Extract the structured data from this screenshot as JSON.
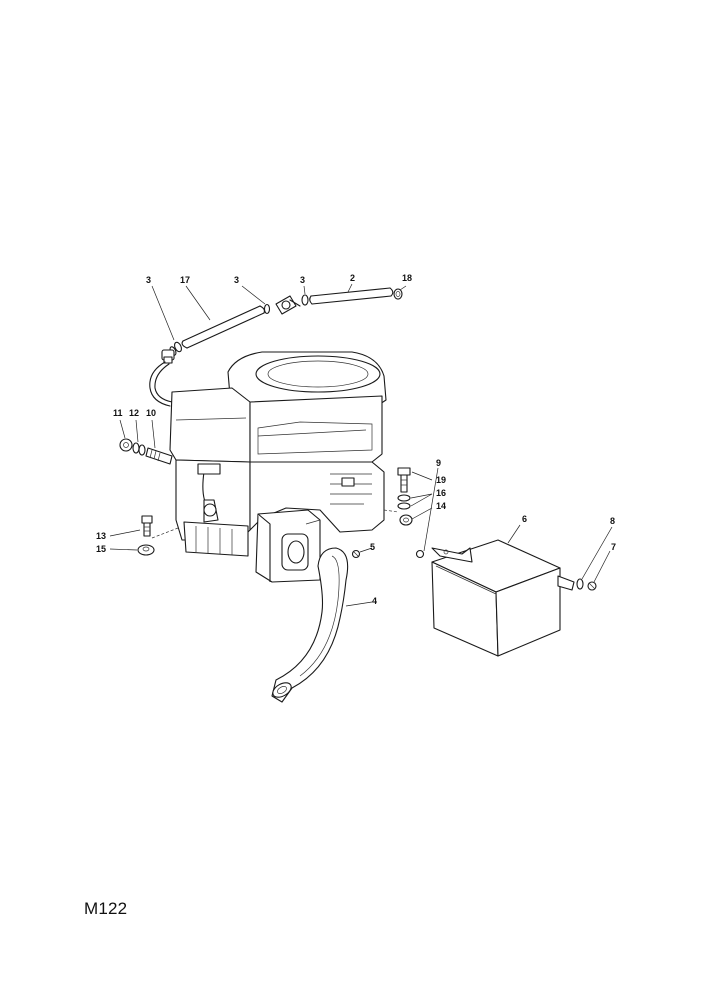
{
  "diagram_code": "M122",
  "callouts": [
    {
      "id": "c3a",
      "text": "3"
    },
    {
      "id": "c17",
      "text": "17"
    },
    {
      "id": "c3b",
      "text": "3"
    },
    {
      "id": "c3c",
      "text": "3"
    },
    {
      "id": "c2",
      "text": "2"
    },
    {
      "id": "c18",
      "text": "18"
    },
    {
      "id": "c11",
      "text": "11"
    },
    {
      "id": "c12",
      "text": "12"
    },
    {
      "id": "c10",
      "text": "10"
    },
    {
      "id": "c19",
      "text": "19"
    },
    {
      "id": "c16",
      "text": "16"
    },
    {
      "id": "c14",
      "text": "14"
    },
    {
      "id": "c9",
      "text": "9"
    },
    {
      "id": "c6",
      "text": "6"
    },
    {
      "id": "c8",
      "text": "8"
    },
    {
      "id": "c7",
      "text": "7"
    },
    {
      "id": "c13",
      "text": "13"
    },
    {
      "id": "c15",
      "text": "15"
    },
    {
      "id": "c5",
      "text": "5"
    },
    {
      "id": "c4",
      "text": "4"
    }
  ]
}
